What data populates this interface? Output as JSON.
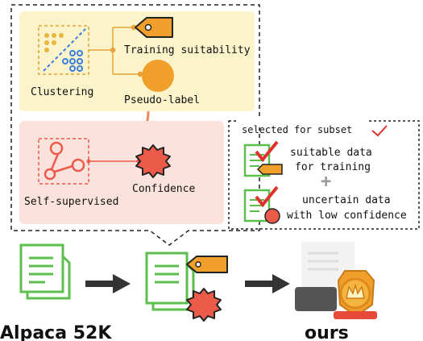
{
  "top_panel": {
    "clustering_label": "Clustering",
    "training_label": "Training suitability",
    "pseudo_label": "Pseudo-label"
  },
  "mid_panel": {
    "self_supervised_label": "Self-supervised",
    "confidence_label": "Confidence"
  },
  "right_box": {
    "title": "selected for subset",
    "item1_line1": "suitable data",
    "item1_line2": "for training",
    "plus": "+",
    "item2_line1": "uncertain data",
    "item2_line2": "with low confidence"
  },
  "bottom": {
    "left_label": "Alpaca 52K",
    "right_label": "ours"
  },
  "colors": {
    "yellow_panel": "#fbf3c9",
    "pink_panel": "#fbe2dc",
    "orange": "#f0a02a",
    "red": "#ec5b4a",
    "green": "#5cbe4c",
    "blue": "#3a7de0",
    "check_red": "#e0302c"
  }
}
